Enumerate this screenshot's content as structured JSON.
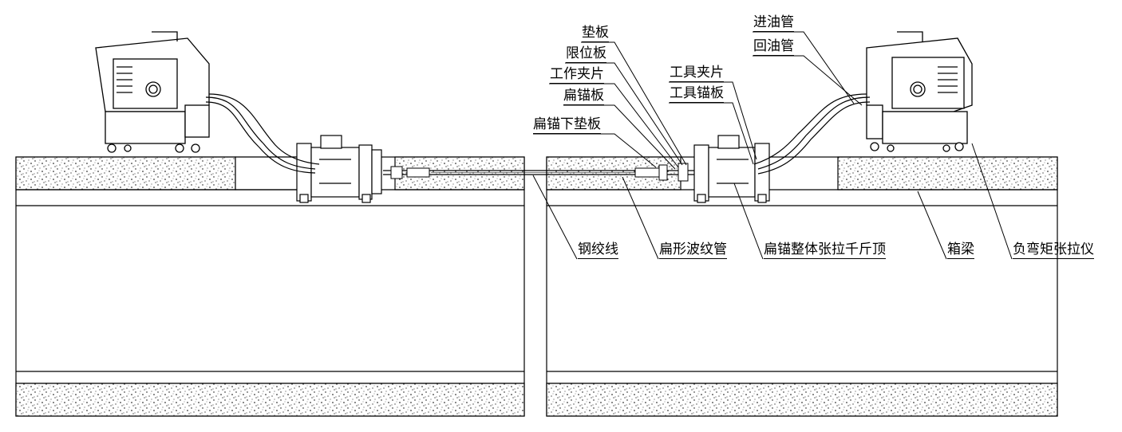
{
  "labels": {
    "dianban": "垫板",
    "xianweiban": "限位板",
    "gongzuo_jiapian": "工作夹片",
    "biananban": "扁锚板",
    "bianan_xiadianban": "扁锚下垫板",
    "gongju_jiapian": "工具夹片",
    "gongju_maoban": "工具锚板",
    "jinyouguan": "进油管",
    "huiyouguan": "回油管",
    "gangjiaoxian": "钢绞线",
    "bianxing_bowenguan": "扁形波纹管",
    "bianmao_zhengti_qianjinding": "扁锚整体张拉千斤顶",
    "xiangliang": "箱梁",
    "fuwanju_zhanglayi": "负弯矩张拉仪"
  }
}
